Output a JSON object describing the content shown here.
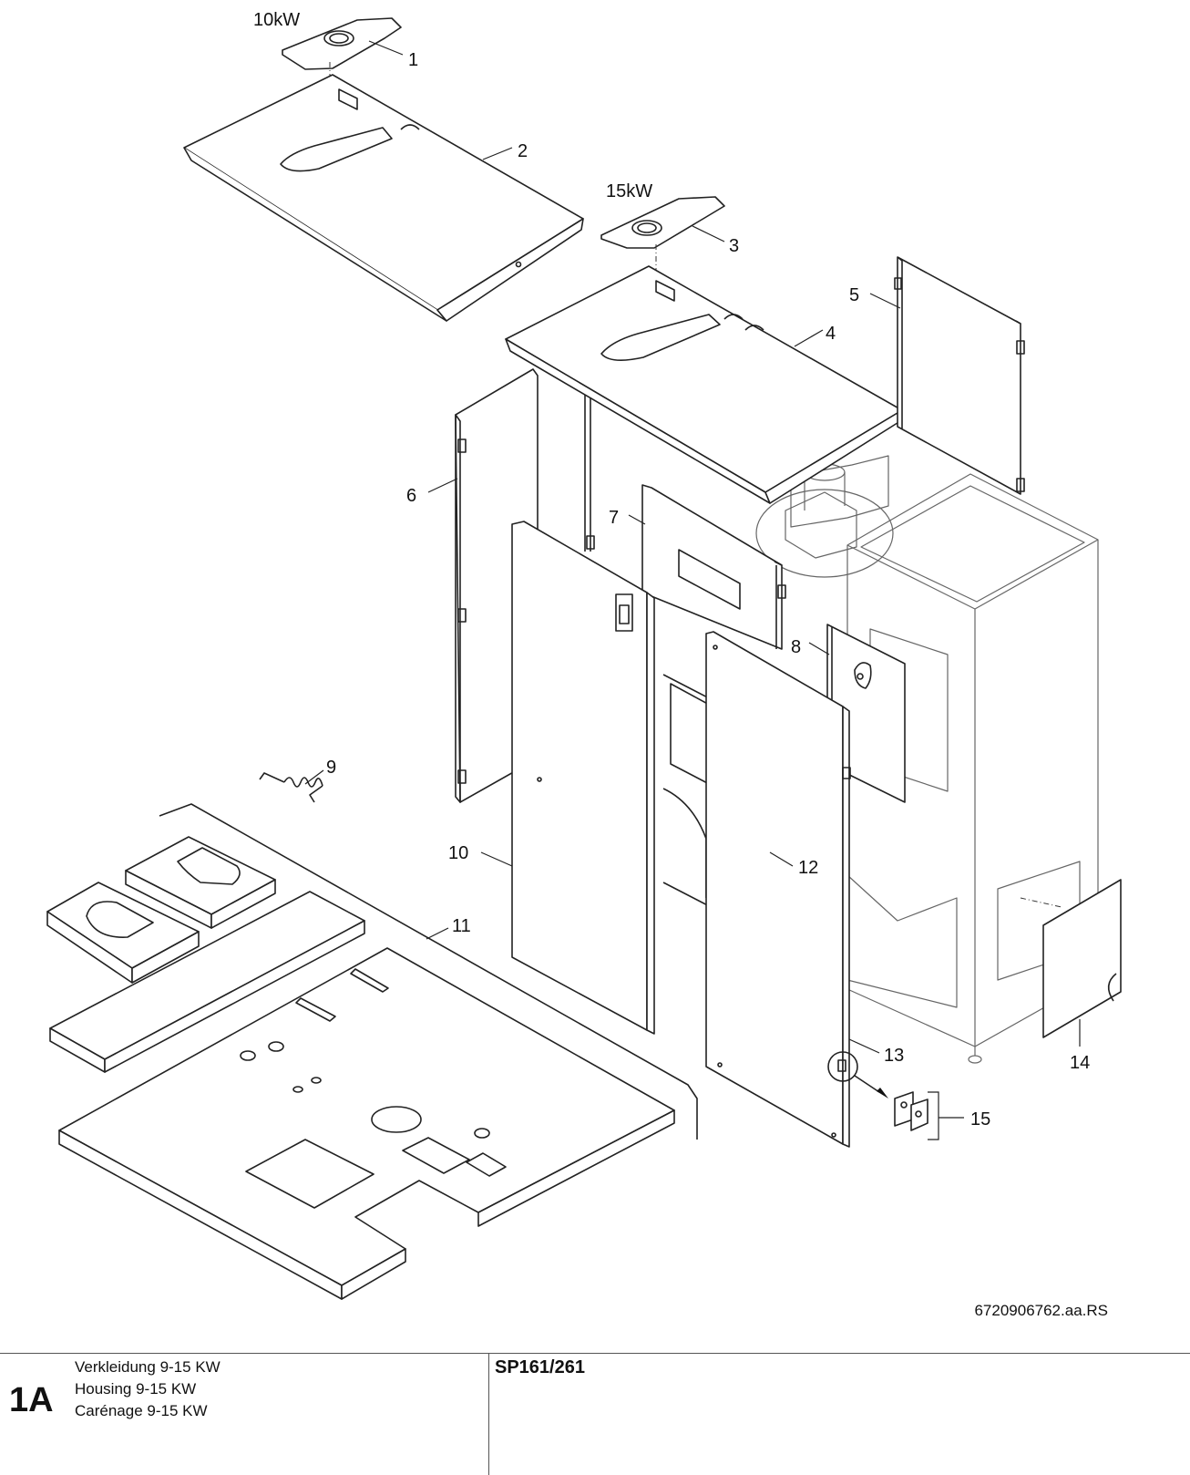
{
  "callouts": [
    {
      "id": "1",
      "text": "1"
    },
    {
      "id": "2",
      "text": "2"
    },
    {
      "id": "3",
      "text": "3"
    },
    {
      "id": "4",
      "text": "4"
    },
    {
      "id": "5",
      "text": "5"
    },
    {
      "id": "6",
      "text": "6"
    },
    {
      "id": "7",
      "text": "7"
    },
    {
      "id": "8",
      "text": "8"
    },
    {
      "id": "9",
      "text": "9"
    },
    {
      "id": "10",
      "text": "10"
    },
    {
      "id": "11",
      "text": "11"
    },
    {
      "id": "12",
      "text": "12"
    },
    {
      "id": "13",
      "text": "13"
    },
    {
      "id": "14",
      "text": "14"
    },
    {
      "id": "15",
      "text": "15"
    }
  ],
  "variant_labels": {
    "small": "10kW",
    "large": "15kW"
  },
  "document_code": "6720906762.aa.RS",
  "footer": {
    "sheet_number": "1A",
    "titles": [
      "Verkleidung 9-15 KW",
      "Housing 9-15 KW",
      "Carénage 9-15 KW"
    ],
    "model": "SP161/261"
  }
}
